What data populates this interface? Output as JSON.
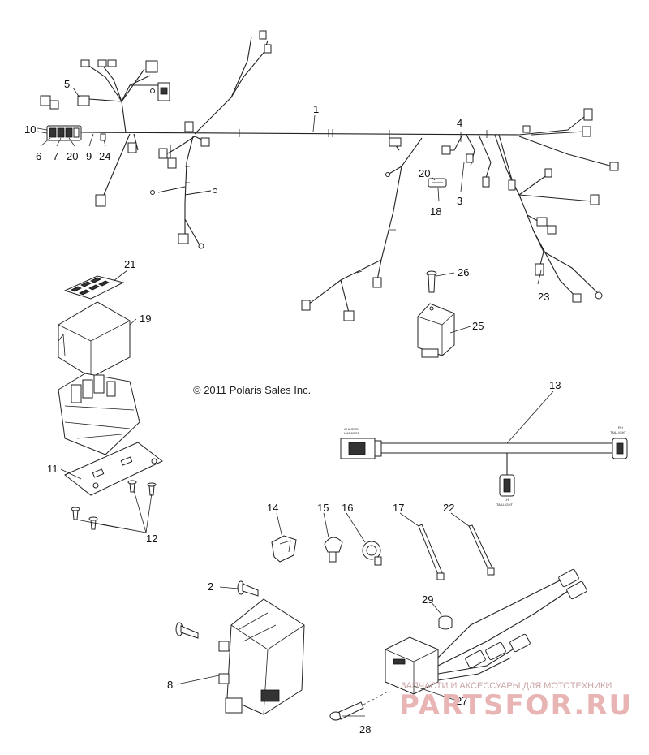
{
  "copyright": "© 2011 Polaris Sales Inc.",
  "callouts": {
    "n1": "1",
    "n2": "2",
    "n3": "3",
    "n4": "4",
    "n5": "5",
    "n6": "6",
    "n7": "7",
    "n8": "8",
    "n9": "9",
    "n10": "10",
    "n11": "11",
    "n12": "12",
    "n13": "13",
    "n14": "14",
    "n15": "15",
    "n16": "16",
    "n17": "17",
    "n18": "18",
    "n19": "19",
    "n20a": "20",
    "n20b": "20",
    "n21": "21",
    "n22": "22",
    "n23": "23",
    "n24": "24",
    "n25": "25",
    "n26": "26",
    "n27": "27",
    "n28": "28",
    "n29": "29"
  },
  "harness_labels": {
    "chassis_1": "CHASSIS",
    "chassis_2": "HARNESS",
    "rh_1": "RH",
    "rh_2": "TAILLIGHT",
    "lh_1": "LH",
    "lh_2": "TAILLIGHT"
  },
  "watermark": {
    "tagline": "ЗАПЧАСТИ И АКСЕССУАРЫ ДЛЯ МОТОТЕХНИКИ",
    "brand": "PARTSFOR.RU"
  }
}
